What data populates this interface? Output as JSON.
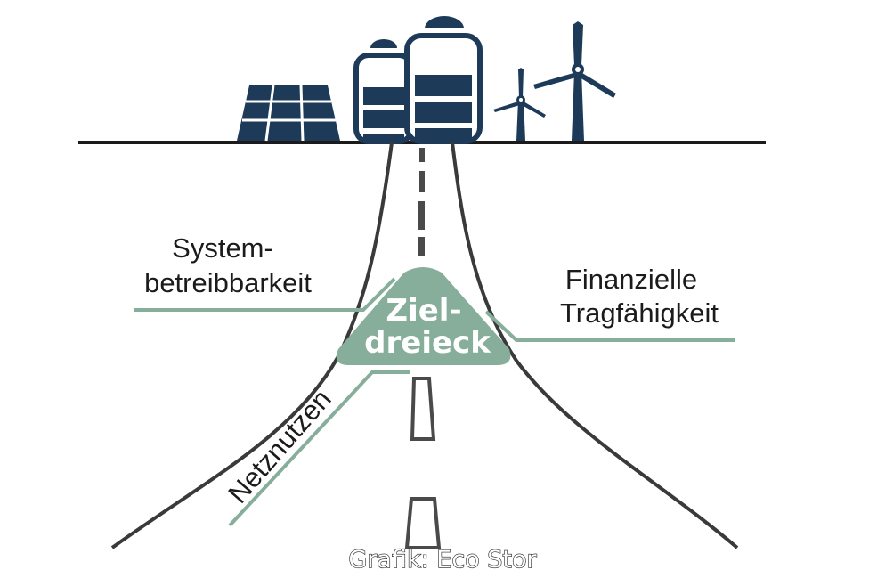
{
  "colors": {
    "navy": "#1d3a58",
    "road": "#3a3a3a",
    "lane": "#4a4a4a",
    "accent": "#86ae9a",
    "text": "#1b1b1b"
  },
  "labels": {
    "system_line1": "System-",
    "system_line2": "betreibbarkeit",
    "finance_line1": "Finanzielle",
    "finance_line2": "Tragfähigkeit",
    "netz": "Netznutzen",
    "target_line1": "Ziel-",
    "target_line2": "dreieck"
  },
  "credit": "Grafik: Eco Stor",
  "icons": [
    "solar-panel-icon",
    "battery-storage-icon",
    "wind-turbine-icon"
  ]
}
